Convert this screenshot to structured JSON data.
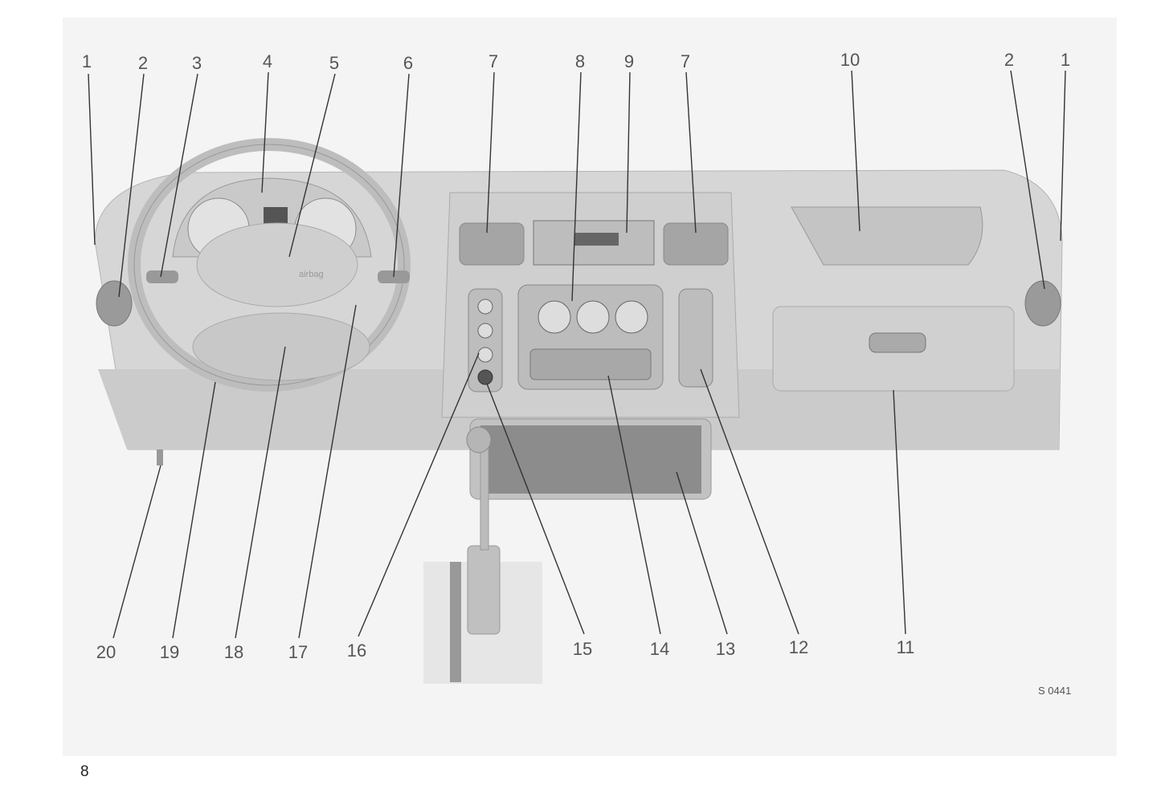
{
  "figure": {
    "code": "S 0441",
    "airbag_text": "airbag",
    "callouts_top": [
      "1",
      "2",
      "3",
      "4",
      "5",
      "6",
      "7",
      "8",
      "9",
      "7",
      "10",
      "2",
      "1"
    ],
    "callouts_bottom": [
      "20",
      "19",
      "18",
      "17",
      "16",
      "15",
      "14",
      "13",
      "12",
      "11"
    ]
  },
  "page_number": "8"
}
